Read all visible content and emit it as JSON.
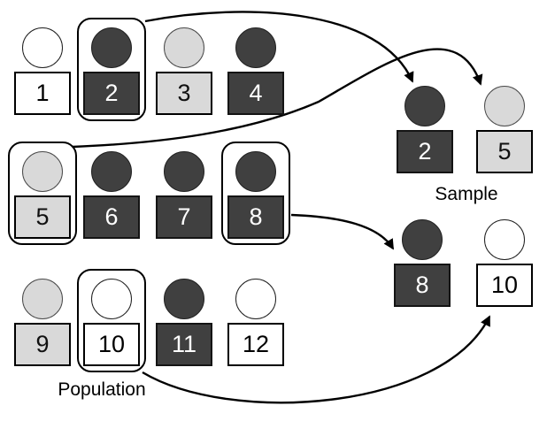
{
  "diagram": {
    "population": {
      "label": "Population",
      "figures": [
        {
          "number": "1",
          "shade": "white",
          "selected": false
        },
        {
          "number": "2",
          "shade": "dark",
          "selected": true
        },
        {
          "number": "3",
          "shade": "light",
          "selected": false
        },
        {
          "number": "4",
          "shade": "dark",
          "selected": false
        },
        {
          "number": "5",
          "shade": "light",
          "selected": true
        },
        {
          "number": "6",
          "shade": "dark",
          "selected": false
        },
        {
          "number": "7",
          "shade": "dark",
          "selected": false
        },
        {
          "number": "8",
          "shade": "dark",
          "selected": true
        },
        {
          "number": "9",
          "shade": "light",
          "selected": false
        },
        {
          "number": "10",
          "shade": "white",
          "selected": true
        },
        {
          "number": "11",
          "shade": "dark",
          "selected": false
        },
        {
          "number": "12",
          "shade": "white",
          "selected": false
        }
      ]
    },
    "sample": {
      "label": "Sample",
      "figures": [
        {
          "number": "2",
          "shade": "dark"
        },
        {
          "number": "5",
          "shade": "light"
        },
        {
          "number": "8",
          "shade": "dark"
        },
        {
          "number": "10",
          "shade": "white"
        }
      ]
    },
    "arrows": [
      {
        "from": "population-figure-2",
        "to": "sample-figure-2"
      },
      {
        "from": "population-figure-5",
        "to": "sample-figure-5"
      },
      {
        "from": "population-figure-8",
        "to": "sample-figure-8"
      },
      {
        "from": "population-figure-10",
        "to": "sample-figure-10"
      }
    ],
    "colors": {
      "dark": "#404040",
      "light": "#d9d9d9",
      "white": "#ffffff",
      "line": "#000000",
      "background": "#ffffff"
    }
  }
}
